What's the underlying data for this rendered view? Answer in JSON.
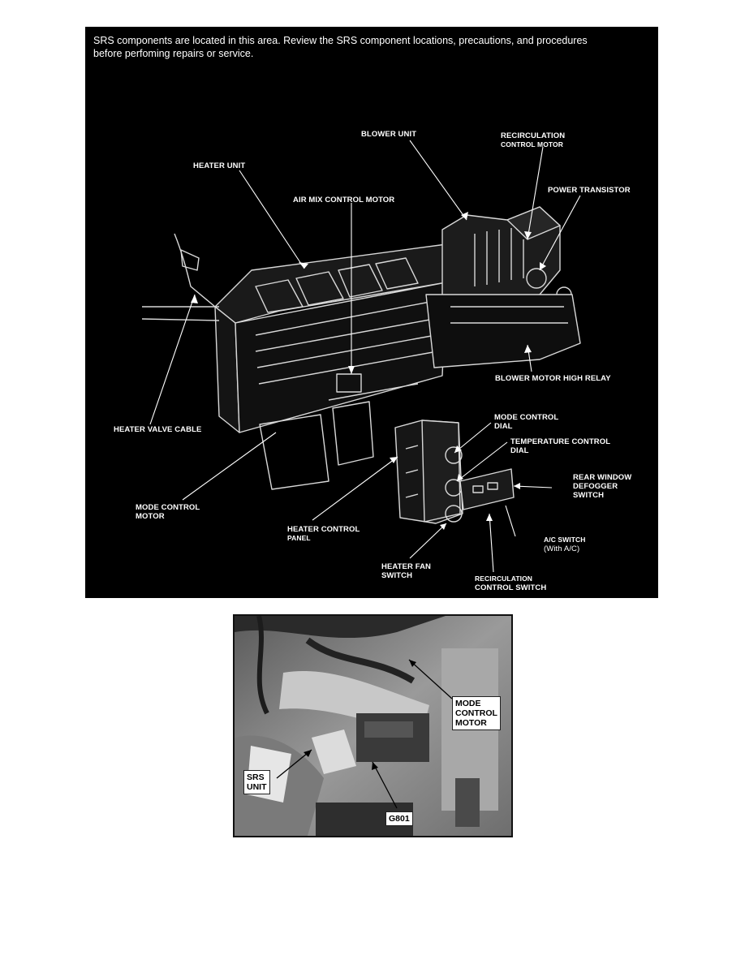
{
  "figure1": {
    "notice_lines": [
      "SRS components are located in this area. Review the SRS component locations, precautions, and procedures",
      "before perfoming repairs or service."
    ],
    "labels": {
      "blower_unit": [
        "BLOWER UNIT"
      ],
      "recirculation_control_motor": [
        "RECIRCULATION",
        "CONTROL MOTOR"
      ],
      "heater_unit": [
        "HEATER UNIT"
      ],
      "air_mix_control_motor": [
        "AIR MIX CONTROL MOTOR"
      ],
      "power_transistor": [
        "POWER TRANSISTOR"
      ],
      "blower_motor_high_relay": [
        "BLOWER MOTOR HIGH RELAY"
      ],
      "heater_valve_cable": [
        "HEATER VALVE CABLE"
      ],
      "mode_control_dial": [
        "MODE CONTROL",
        "DIAL"
      ],
      "temperature_control_dial": [
        "TEMPERATURE CONTROL",
        "DIAL"
      ],
      "rear_window_defogger_switch": [
        "REAR WINDOW",
        "DEFOGGER",
        "SWITCH"
      ],
      "mode_control_motor": [
        "MODE CONTROL",
        "MOTOR"
      ],
      "heater_control_panel": [
        "HEATER CONTROL",
        "PANEL"
      ],
      "ac_switch": [
        "A/C SWITCH",
        "(With A/C)"
      ],
      "heater_fan_switch": [
        "HEATER FAN",
        "SWITCH"
      ],
      "recirculation_control_switch": [
        "RECIRCULATION",
        "CONTROL SWITCH"
      ]
    }
  },
  "figure2": {
    "callouts": {
      "mode_control_motor": [
        "MODE",
        "CONTROL",
        "MOTOR"
      ],
      "srs_unit": [
        "SRS",
        "UNIT"
      ],
      "g801": [
        "G801"
      ]
    }
  }
}
